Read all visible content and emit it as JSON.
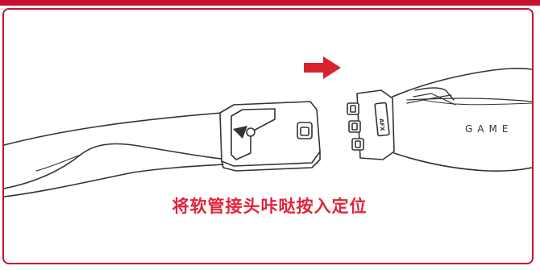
{
  "instruction": "将软管接头咔哒按入定位",
  "device_label": "GAME",
  "connector_badge": "AFX",
  "colors": {
    "accent": "#c8102e",
    "instruction_text": "#e3233a",
    "arrow": "#d7232f",
    "line_art": "#333333"
  },
  "icons": [
    "right-arrow-icon"
  ]
}
